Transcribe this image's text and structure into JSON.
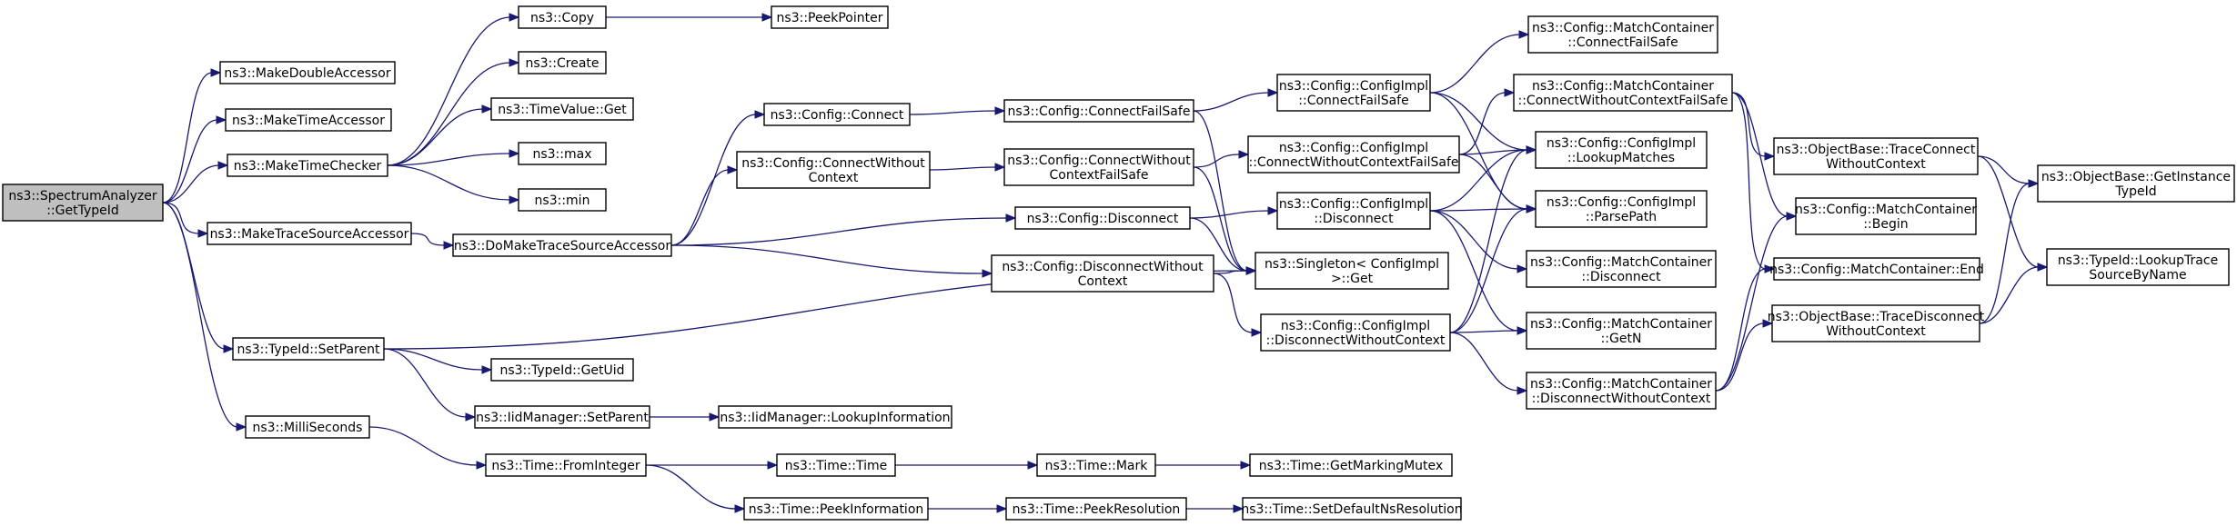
{
  "graph": {
    "nodes": [
      {
        "id": "root",
        "lines": [
          "ns3::SpectrumAnalyzer",
          "::GetTypeId"
        ],
        "root": true
      },
      {
        "id": "mkdouble",
        "lines": [
          "ns3::MakeDoubleAccessor"
        ]
      },
      {
        "id": "mktimeacc",
        "lines": [
          "ns3::MakeTimeAccessor"
        ]
      },
      {
        "id": "mktimechk",
        "lines": [
          "ns3::MakeTimeChecker"
        ]
      },
      {
        "id": "mktrace",
        "lines": [
          "ns3::MakeTraceSourceAccessor"
        ]
      },
      {
        "id": "setparent",
        "lines": [
          "ns3::TypeId::SetParent"
        ]
      },
      {
        "id": "millis",
        "lines": [
          "ns3::MilliSeconds"
        ]
      },
      {
        "id": "copy",
        "lines": [
          "ns3::Copy"
        ]
      },
      {
        "id": "peekptr",
        "lines": [
          "ns3::PeekPointer"
        ]
      },
      {
        "id": "create",
        "lines": [
          "ns3::Create"
        ]
      },
      {
        "id": "timevalget",
        "lines": [
          "ns3::TimeValue::Get"
        ]
      },
      {
        "id": "max",
        "lines": [
          "ns3::max"
        ]
      },
      {
        "id": "min",
        "lines": [
          "ns3::min"
        ]
      },
      {
        "id": "domaketrace",
        "lines": [
          "ns3::DoMakeTraceSourceAccessor"
        ]
      },
      {
        "id": "getuid",
        "lines": [
          "ns3::TypeId::GetUid"
        ]
      },
      {
        "id": "iidsetparent",
        "lines": [
          "ns3::IidManager::SetParent"
        ]
      },
      {
        "id": "iidlookup",
        "lines": [
          "ns3::IidManager::LookupInformation"
        ]
      },
      {
        "id": "fromint",
        "lines": [
          "ns3::Time::FromInteger"
        ]
      },
      {
        "id": "timetime",
        "lines": [
          "ns3::Time::Time"
        ]
      },
      {
        "id": "peekinfo",
        "lines": [
          "ns3::Time::PeekInformation"
        ]
      },
      {
        "id": "mark",
        "lines": [
          "ns3::Time::Mark"
        ]
      },
      {
        "id": "getmarking",
        "lines": [
          "ns3::Time::GetMarkingMutex"
        ]
      },
      {
        "id": "peekres",
        "lines": [
          "ns3::Time::PeekResolution"
        ]
      },
      {
        "id": "setdefault",
        "lines": [
          "ns3::Time::SetDefaultNsResolution"
        ]
      },
      {
        "id": "cfgconnect",
        "lines": [
          "ns3::Config::Connect"
        ]
      },
      {
        "id": "cfgconnwo",
        "lines": [
          "ns3::Config::ConnectWithout",
          "Context"
        ]
      },
      {
        "id": "cfgdisconnect",
        "lines": [
          "ns3::Config::Disconnect"
        ]
      },
      {
        "id": "cfgdiscwo",
        "lines": [
          "ns3::Config::DisconnectWithout",
          "Context"
        ]
      },
      {
        "id": "cfgconnfs",
        "lines": [
          "ns3::Config::ConnectFailSafe"
        ]
      },
      {
        "id": "cfgconnwofs",
        "lines": [
          "ns3::Config::ConnectWithout",
          "ContextFailSafe"
        ]
      },
      {
        "id": "singleton",
        "lines": [
          "ns3::Singleton< ConfigImpl",
          " >::Get"
        ]
      },
      {
        "id": "implconnfs",
        "lines": [
          "ns3::Config::ConfigImpl",
          "::ConnectFailSafe"
        ]
      },
      {
        "id": "implconnwofs",
        "lines": [
          "ns3::Config::ConfigImpl",
          "::ConnectWithoutContextFailSafe"
        ]
      },
      {
        "id": "impldisc",
        "lines": [
          "ns3::Config::ConfigImpl",
          "::Disconnect"
        ]
      },
      {
        "id": "impldiscwo",
        "lines": [
          "ns3::Config::ConfigImpl",
          "::DisconnectWithoutContext"
        ]
      },
      {
        "id": "mcconnfs",
        "lines": [
          "ns3::Config::MatchContainer",
          "::ConnectFailSafe"
        ]
      },
      {
        "id": "mcconnwofs",
        "lines": [
          "ns3::Config::MatchContainer",
          "::ConnectWithoutContextFailSafe"
        ]
      },
      {
        "id": "lookupmatches",
        "lines": [
          "ns3::Config::ConfigImpl",
          "::LookupMatches"
        ]
      },
      {
        "id": "parsepath",
        "lines": [
          "ns3::Config::ConfigImpl",
          "::ParsePath"
        ]
      },
      {
        "id": "mcdisc",
        "lines": [
          "ns3::Config::MatchContainer",
          "::Disconnect"
        ]
      },
      {
        "id": "mcgetn",
        "lines": [
          "ns3::Config::MatchContainer",
          "::GetN"
        ]
      },
      {
        "id": "mcdiscwo",
        "lines": [
          "ns3::Config::MatchContainer",
          "::DisconnectWithoutContext"
        ]
      },
      {
        "id": "obtraceconn",
        "lines": [
          "ns3::ObjectBase::TraceConnect",
          "WithoutContext"
        ]
      },
      {
        "id": "mcbegin",
        "lines": [
          "ns3::Config::MatchContainer",
          "::Begin"
        ]
      },
      {
        "id": "mcend",
        "lines": [
          "ns3::Config::MatchContainer::End"
        ]
      },
      {
        "id": "obtracedisc",
        "lines": [
          "ns3::ObjectBase::TraceDisconnect",
          "WithoutContext"
        ]
      },
      {
        "id": "obgetinst",
        "lines": [
          "ns3::ObjectBase::GetInstance",
          "TypeId"
        ]
      },
      {
        "id": "lookuptrace",
        "lines": [
          "ns3::TypeId::LookupTrace",
          "SourceByName"
        ]
      }
    ],
    "edges": [
      [
        "root",
        "mkdouble"
      ],
      [
        "root",
        "mktimeacc"
      ],
      [
        "root",
        "mktimechk"
      ],
      [
        "root",
        "mktrace"
      ],
      [
        "root",
        "setparent"
      ],
      [
        "root",
        "millis"
      ],
      [
        "mktimechk",
        "copy"
      ],
      [
        "mktimechk",
        "create"
      ],
      [
        "mktimechk",
        "timevalget"
      ],
      [
        "mktimechk",
        "max"
      ],
      [
        "mktimechk",
        "min"
      ],
      [
        "copy",
        "peekptr"
      ],
      [
        "mktrace",
        "domaketrace"
      ],
      [
        "domaketrace",
        "cfgconnect"
      ],
      [
        "domaketrace",
        "cfgconnwo"
      ],
      [
        "domaketrace",
        "cfgdisconnect"
      ],
      [
        "domaketrace",
        "cfgdiscwo"
      ],
      [
        "setparent",
        "getuid"
      ],
      [
        "setparent",
        "iidsetparent"
      ],
      [
        "setparent",
        "singleton"
      ],
      [
        "iidsetparent",
        "iidlookup"
      ],
      [
        "millis",
        "fromint"
      ],
      [
        "fromint",
        "timetime"
      ],
      [
        "fromint",
        "peekinfo"
      ],
      [
        "timetime",
        "mark"
      ],
      [
        "mark",
        "getmarking"
      ],
      [
        "peekinfo",
        "peekres"
      ],
      [
        "peekres",
        "setdefault"
      ],
      [
        "cfgconnect",
        "cfgconnfs"
      ],
      [
        "cfgconnwo",
        "cfgconnwofs"
      ],
      [
        "cfgconnfs",
        "implconnfs"
      ],
      [
        "cfgconnfs",
        "singleton"
      ],
      [
        "cfgconnwofs",
        "implconnwofs"
      ],
      [
        "cfgconnwofs",
        "singleton"
      ],
      [
        "cfgdisconnect",
        "impldisc"
      ],
      [
        "cfgdisconnect",
        "singleton"
      ],
      [
        "cfgdiscwo",
        "impldiscwo"
      ],
      [
        "cfgdiscwo",
        "singleton"
      ],
      [
        "implconnfs",
        "mcconnfs"
      ],
      [
        "implconnfs",
        "lookupmatches"
      ],
      [
        "implconnfs",
        "parsepath"
      ],
      [
        "implconnwofs",
        "mcconnwofs"
      ],
      [
        "implconnwofs",
        "lookupmatches"
      ],
      [
        "implconnwofs",
        "parsepath"
      ],
      [
        "impldisc",
        "lookupmatches"
      ],
      [
        "impldisc",
        "parsepath"
      ],
      [
        "impldisc",
        "mcdisc"
      ],
      [
        "impldisc",
        "mcgetn"
      ],
      [
        "impldiscwo",
        "lookupmatches"
      ],
      [
        "impldiscwo",
        "parsepath"
      ],
      [
        "impldiscwo",
        "mcgetn"
      ],
      [
        "impldiscwo",
        "mcdiscwo"
      ],
      [
        "mcconnwofs",
        "obtraceconn"
      ],
      [
        "mcconnwofs",
        "mcbegin"
      ],
      [
        "mcconnwofs",
        "mcend"
      ],
      [
        "mcdiscwo",
        "mcbegin"
      ],
      [
        "mcdiscwo",
        "mcend"
      ],
      [
        "mcdiscwo",
        "obtracedisc"
      ],
      [
        "obtraceconn",
        "obgetinst"
      ],
      [
        "obtraceconn",
        "lookuptrace"
      ],
      [
        "obtracedisc",
        "obgetinst"
      ],
      [
        "obtracedisc",
        "lookuptrace"
      ]
    ]
  }
}
